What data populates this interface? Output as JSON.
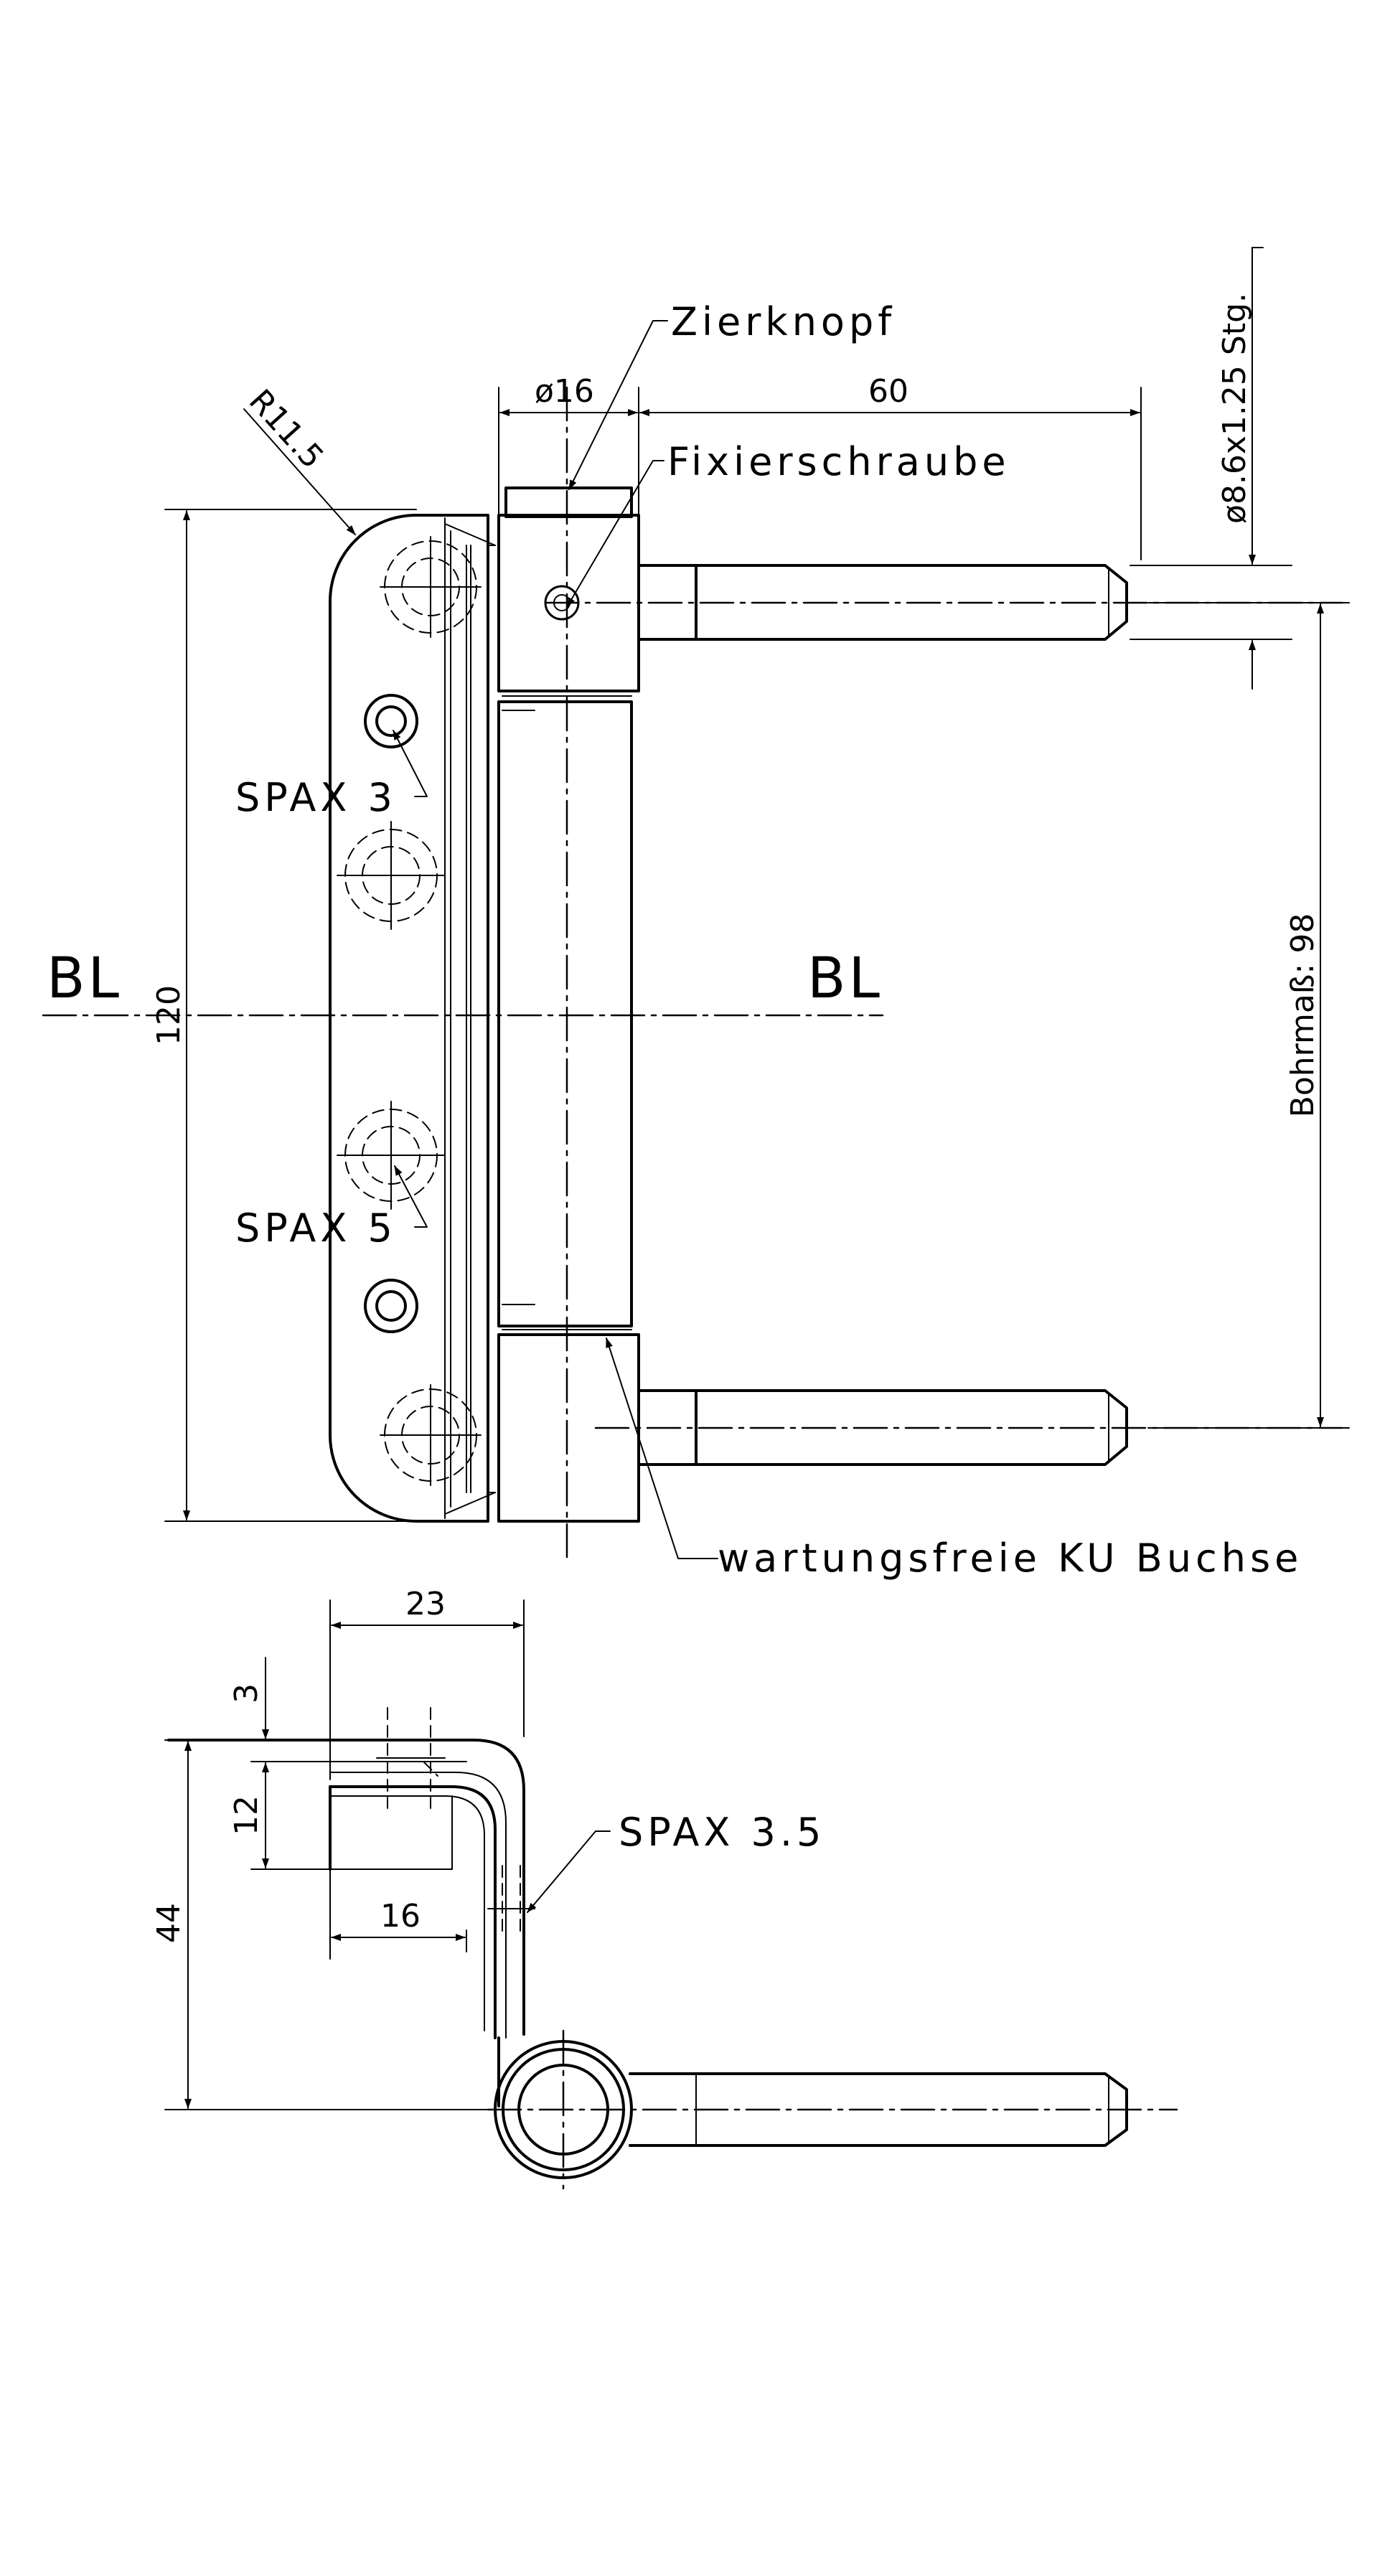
{
  "labels": {
    "zierknopf": "Zierknopf",
    "fixierschraube": "Fixierschraube",
    "spax3": "SPAX 3",
    "spax5": "SPAX 5",
    "spax35": "SPAX 3.5",
    "buchse": "wartungsfreie KU  Buchse",
    "bl_left": "BL",
    "bl_right": "BL"
  },
  "dimensions": {
    "radius": "R11.5",
    "diameter": "ø16",
    "length": "60",
    "thread": "ø8.6x1.25 Stg.",
    "height": "120",
    "bohrmass": "Bohrmaß: 98",
    "width23": "23",
    "d3": "3",
    "d12": "12",
    "d16": "16",
    "d44": "44"
  }
}
